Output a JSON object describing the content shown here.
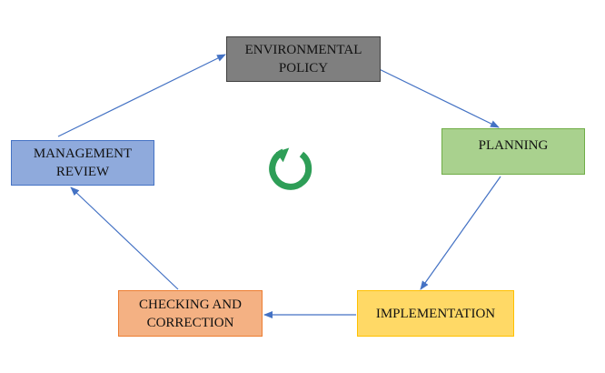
{
  "nodes": {
    "environmental_policy": {
      "label": "ENVIRONMENTAL POLICY",
      "fill": "#7f7f7f",
      "border": "#404040"
    },
    "planning": {
      "label": "PLANNING",
      "fill": "#a9d18e",
      "border": "#70ad47"
    },
    "implementation": {
      "label": "IMPLEMENTATION",
      "fill": "#ffd966",
      "border": "#ffc000"
    },
    "checking_correction": {
      "label": "CHECKING AND CORRECTION",
      "fill": "#f4b183",
      "border": "#ed7d31"
    },
    "management_review": {
      "label": "MANAGEMENT REVIEW",
      "fill": "#8faadc",
      "border": "#4472c4"
    }
  },
  "cycle_icon": {
    "name": "refresh-cycle-icon",
    "color": "#2e9e57"
  },
  "arrow_color": "#4472c4"
}
